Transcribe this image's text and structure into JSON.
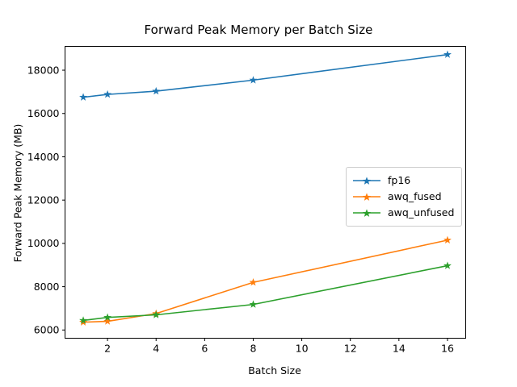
{
  "chart_data": {
    "type": "line",
    "title": "Forward Peak Memory per Batch Size",
    "xlabel": "Batch Size",
    "ylabel": "Forward Peak Memory (MB)",
    "x": [
      1,
      2,
      4,
      8,
      16
    ],
    "xlim": [
      0.25,
      16.75
    ],
    "ylim": [
      5620,
      19100
    ],
    "xticks": [
      2,
      4,
      6,
      8,
      10,
      12,
      14,
      16
    ],
    "yticks": [
      6000,
      8000,
      10000,
      12000,
      14000,
      16000,
      18000
    ],
    "xticklabels": [
      "2",
      "4",
      "6",
      "8",
      "10",
      "12",
      "14",
      "16"
    ],
    "yticklabels": [
      "6000",
      "8000",
      "10000",
      "12000",
      "14000",
      "16000",
      "18000"
    ],
    "grid": false,
    "marker": "star",
    "legend_position": "center right",
    "series": [
      {
        "name": "fp16",
        "color": "#1f77b4",
        "values": [
          16750,
          16880,
          17030,
          17540,
          18720
        ]
      },
      {
        "name": "awq_fused",
        "color": "#ff7f0e",
        "values": [
          6360,
          6400,
          6760,
          8200,
          10150
        ]
      },
      {
        "name": "awq_unfused",
        "color": "#2ca02c",
        "values": [
          6440,
          6580,
          6700,
          7180,
          8970
        ]
      }
    ]
  },
  "legend": {
    "entries": [
      {
        "label": "fp16"
      },
      {
        "label": "awq_fused"
      },
      {
        "label": "awq_unfused"
      }
    ]
  }
}
